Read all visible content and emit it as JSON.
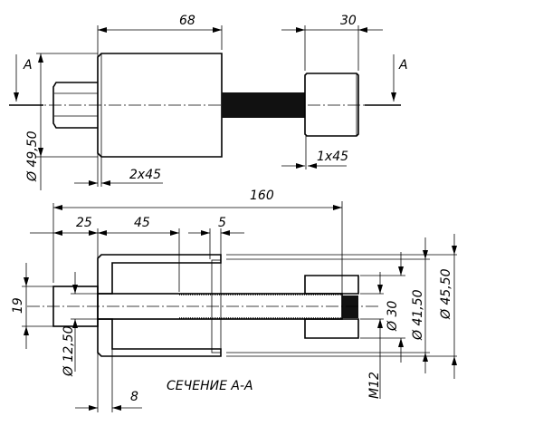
{
  "top_view": {
    "dim_body_length": "68",
    "dim_nut_length": "30",
    "dim_body_diameter": "Ø 49,50",
    "chamfer_body": "2x45",
    "chamfer_nut": "1x45",
    "section_mark_left": "A",
    "section_mark_right": "A"
  },
  "section_view": {
    "title": "СЕЧЕНИЕ А-А",
    "dim_total": "160",
    "dim_head": "25",
    "dim_thread_start": "45",
    "dim_lip": "5",
    "dim_wall": "8",
    "dim_head_height": "19",
    "dim_rod_diameter": "Ø 12,50",
    "dim_thread": "M12",
    "dim_nut_diameter": "Ø 30",
    "dim_inner_diameter": "Ø 41,50",
    "dim_outer_diameter": "Ø 45,50"
  }
}
